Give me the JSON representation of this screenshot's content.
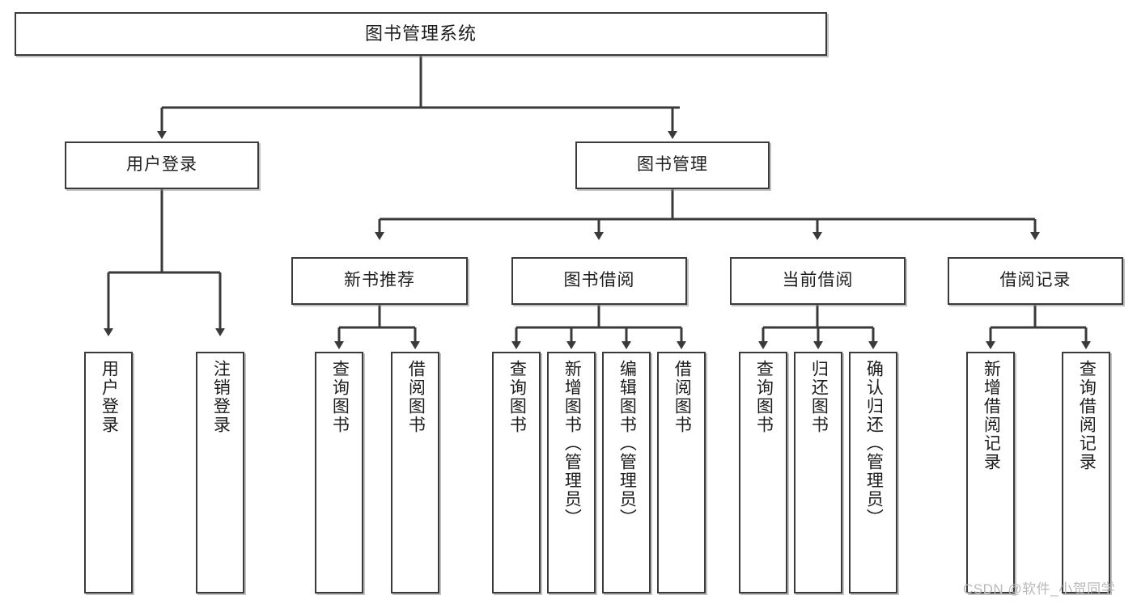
{
  "diagram": {
    "title": "图书管理系统",
    "type": "hierarchy-tree",
    "watermark": "CSDN @软件_小贺同学",
    "colors": {
      "stroke": "#3a3a3a",
      "fill": "#ffffff",
      "text": "#1d1d1d",
      "watermark": "#b9b9b9"
    },
    "nodes": {
      "root": {
        "label": "图书管理系统"
      },
      "level2": [
        {
          "label": "用户登录"
        },
        {
          "label": "图书管理"
        }
      ],
      "level3": [
        {
          "label": "新书推荐"
        },
        {
          "label": "图书借阅"
        },
        {
          "label": "当前借阅"
        },
        {
          "label": "借阅记录"
        }
      ],
      "leaves": {
        "user_login": [
          {
            "label": "用户登录"
          },
          {
            "label": "注销登录"
          }
        ],
        "new_book": [
          {
            "label": "查询图书"
          },
          {
            "label": "借阅图书"
          }
        ],
        "book_borrow": [
          {
            "label": "查询图书"
          },
          {
            "label": "新增图书（管理员）"
          },
          {
            "label": "编辑图书（管理员）"
          },
          {
            "label": "借阅图书"
          }
        ],
        "current_borrow": [
          {
            "label": "查询图书"
          },
          {
            "label": "归还图书"
          },
          {
            "label": "确认归还（管理员）"
          }
        ],
        "borrow_record": [
          {
            "label": "新增借阅记录"
          },
          {
            "label": "查询借阅记录"
          }
        ]
      }
    }
  }
}
